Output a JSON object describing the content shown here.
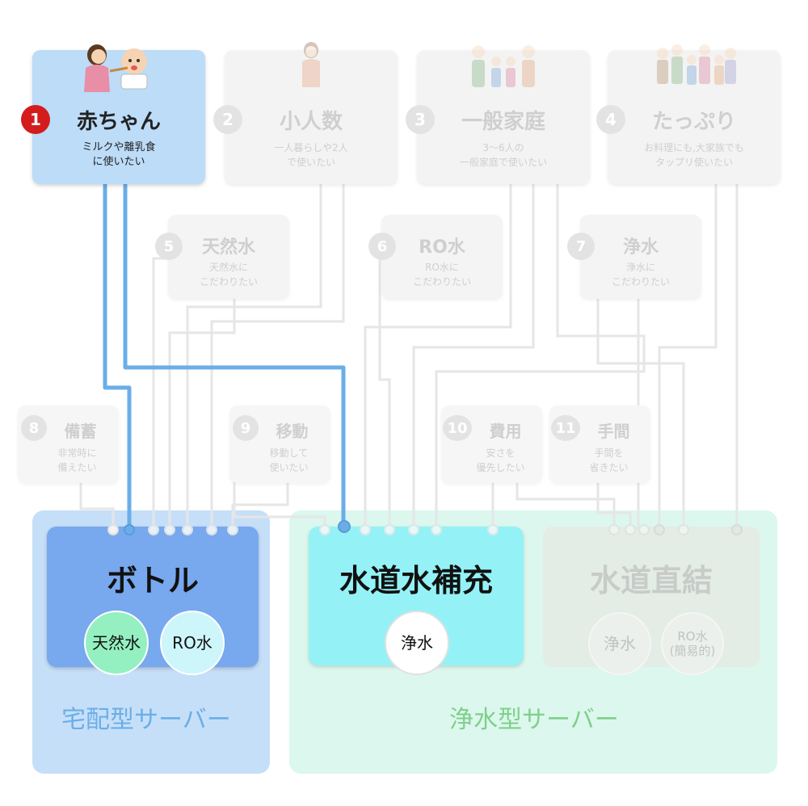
{
  "colors": {
    "active_wire": "#6aaee8",
    "inactive_wire": "#e6e6e6",
    "badge_active": "#d41c1c",
    "delivery_label": "#6aaee8",
    "purifier_label": "#7fd08a"
  },
  "needs": [
    {
      "num": "1",
      "title": "赤ちゃん",
      "desc": "ミルクや離乳食\nに使いたい",
      "illustration": "mother-feeding-baby"
    },
    {
      "num": "2",
      "title": "小人数",
      "desc": "一人暮らしや2人\nで使いたい",
      "illustration": "single-woman"
    },
    {
      "num": "3",
      "title": "一般家庭",
      "desc": "3〜6人の\n一般家庭で使いたい",
      "illustration": "family-of-four"
    },
    {
      "num": "4",
      "title": "たっぷり",
      "desc": "お料理にも,大家族でも\nタップリ使いたい",
      "illustration": "large-family"
    }
  ],
  "water_needs": [
    {
      "num": "5",
      "title": "天然水",
      "desc": "天然水に\nこだわりたい"
    },
    {
      "num": "6",
      "title": "RO水",
      "desc": "RO水に\nこだわりたい"
    },
    {
      "num": "7",
      "title": "浄水",
      "desc": "浄水に\nこだわりたい"
    }
  ],
  "other_needs": [
    {
      "num": "8",
      "title": "備蓄",
      "desc": "非常時に\n備えたい"
    },
    {
      "num": "9",
      "title": "移動",
      "desc": "移動して\n使いたい"
    },
    {
      "num": "10",
      "title": "費用",
      "desc": "安さを\n優先したい"
    },
    {
      "num": "11",
      "title": "手間",
      "desc": "手間を\n省きたい"
    }
  ],
  "servers": {
    "bottle": {
      "title": "ボトル",
      "waters": [
        "天然水",
        "RO水"
      ]
    },
    "refill": {
      "title": "水道水補充",
      "waters": [
        "浄水"
      ]
    },
    "direct": {
      "title": "水道直結",
      "waters": [
        "浄水",
        "RO水\n(簡易的)"
      ]
    }
  },
  "categories": {
    "delivery": "宅配型サーバー",
    "purifier": "浄水型サーバー"
  }
}
